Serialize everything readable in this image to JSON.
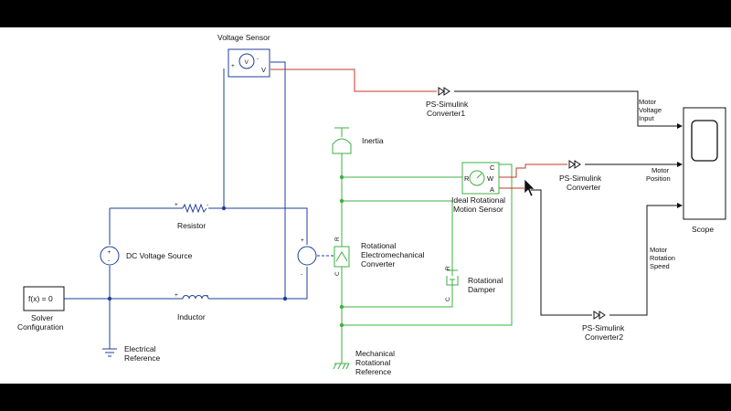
{
  "blocks": {
    "voltage_sensor": {
      "title": "Voltage Sensor",
      "plus": "+",
      "minus": "-",
      "port_v": "V",
      "glyph": "V"
    },
    "resistor": {
      "title": "Resistor",
      "plus": "+",
      "minus": "-"
    },
    "inductor": {
      "title": "Inductor",
      "plus": "+",
      "minus": "-"
    },
    "dc_source": {
      "title": "DC Voltage Source",
      "plus": "+",
      "minus": "-"
    },
    "solver": {
      "text": "f(x) = 0",
      "title_line1": "Solver",
      "title_line2": "Configuration"
    },
    "electrical_ref": {
      "title_line1": "Electrical",
      "title_line2": "Reference"
    },
    "inertia": {
      "title": "Inertia"
    },
    "converter": {
      "title_line1": "Rotational",
      "title_line2": "Electromechanical",
      "title_line3": "Converter",
      "plus": "+",
      "minus": "-",
      "port_c": "C",
      "port_r": "R"
    },
    "damper": {
      "title_line1": "Rotational",
      "title_line2": "Damper",
      "port_c": "C",
      "port_r": "R"
    },
    "motion_sensor": {
      "title_line1": "Ideal Rotational",
      "title_line2": "Motion Sensor",
      "port_r": "R",
      "port_c": "C",
      "port_w": "W",
      "port_a": "A"
    },
    "mech_ref": {
      "title_line1": "Mechanical",
      "title_line2": "Rotational",
      "title_line3": "Reference"
    },
    "ps1": {
      "title_line1": "PS-Simulink",
      "title_line2": "Converter1"
    },
    "ps": {
      "title_line1": "PS-Simulink",
      "title_line2": "Converter"
    },
    "ps2": {
      "title_line1": "PS-Simulink",
      "title_line2": "Converter2"
    },
    "scope": {
      "title": "Scope"
    }
  },
  "signals": {
    "motor_voltage": {
      "line1": "Motor",
      "line2": "Voltage",
      "line3": "Input"
    },
    "motor_position": {
      "line1": "Motor",
      "line2": "Position"
    },
    "motor_speed": {
      "line1": "Motor",
      "line2": "Rotation",
      "line3": "Speed"
    }
  },
  "colors": {
    "electrical": "#1f3f9b",
    "mechanical": "#3cb043",
    "signal": "#111111",
    "highlight": "#c0392b"
  }
}
